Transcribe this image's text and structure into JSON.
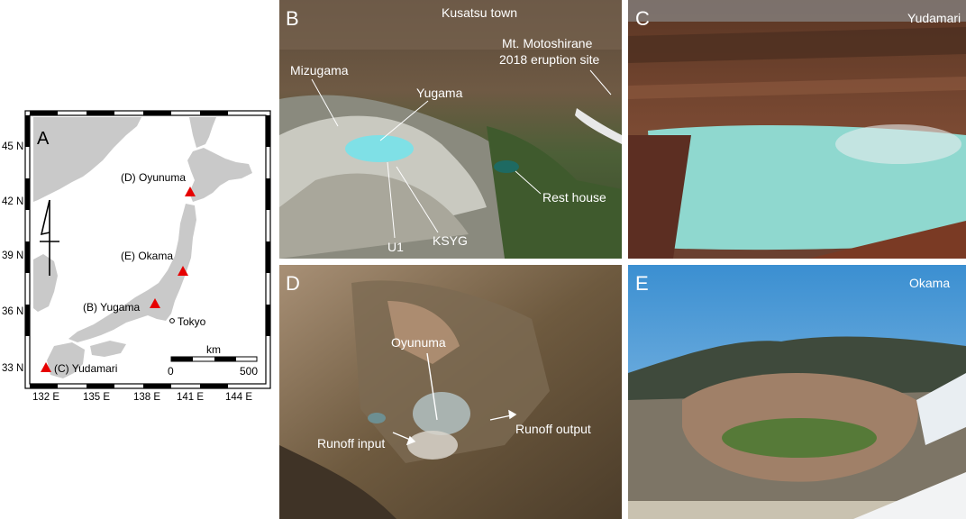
{
  "panel_a": {
    "letter": "A",
    "lat_ticks": [
      "45 N",
      "42 N",
      "39 N",
      "36 N",
      "33 N"
    ],
    "lon_ticks": [
      "132 E",
      "135 E",
      "138 E",
      "141 E",
      "144 E"
    ],
    "sites": [
      "(D) Oyunuma",
      "(E) Okama",
      "(B) Yugama",
      "(C) Yudamari"
    ],
    "city": "Tokyo",
    "scale_unit": "km",
    "scale_start": "0",
    "scale_end": "500",
    "marker_color": "#e60000"
  },
  "panel_b": {
    "letter": "B",
    "labels": {
      "town": "Kusatsu town",
      "eruption_line1": "Mt. Motoshirane",
      "eruption_line2": "2018 eruption site",
      "mizugama": "Mizugama",
      "yugama": "Yugama",
      "rest_house": "Rest house",
      "u1": "U1",
      "ksyg": "KSYG"
    }
  },
  "panel_c": {
    "letter": "C",
    "label": "Yudamari"
  },
  "panel_d": {
    "letter": "D",
    "labels": {
      "oyunuma": "Oyunuma",
      "runoff_input": "Runoff input",
      "runoff_output": "Runoff output"
    }
  },
  "panel_e": {
    "letter": "E",
    "label": "Okama"
  }
}
